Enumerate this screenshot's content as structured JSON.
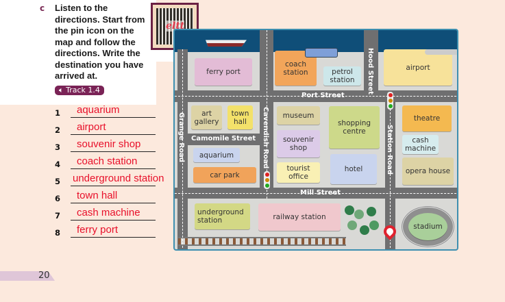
{
  "exercise": {
    "letter": "c",
    "instructions": "Listen to the directions. Start from the pin icon on the map and follow the directions. Write the destination you have arrived at.",
    "track_label": "Track 1.4",
    "track_icon": "speaker-icon",
    "qr_logo": "eltt"
  },
  "answers": [
    {
      "number": "1",
      "text": "aquarium"
    },
    {
      "number": "2",
      "text": "airport"
    },
    {
      "number": "3",
      "text": "souvenir shop"
    },
    {
      "number": "4",
      "text": "coach station"
    },
    {
      "number": "5",
      "text": "underground station"
    },
    {
      "number": "6",
      "text": "town hall"
    },
    {
      "number": "7",
      "text": "cash machine"
    },
    {
      "number": "8",
      "text": "ferry port"
    }
  ],
  "answer_color": "#e8102a",
  "page_number": "20",
  "map": {
    "streets": {
      "port": "Port Street",
      "mill": "Mill Street",
      "camomile": "Camomile Street",
      "grange": "Grange Road",
      "cavendish": "Cavendish Road",
      "hood": "Hood Street",
      "station": "Station Road"
    },
    "places": {
      "ferry_port": "ferry port",
      "coach_station": "coach station",
      "petrol_station": "petrol station",
      "airport": "airport",
      "art_gallery": "art gallery",
      "town_hall": "town hall",
      "aquarium": "aquarium",
      "car_park": "car park",
      "museum": "museum",
      "souvenir_shop": "souvenir shop",
      "tourist_office": "tourist office",
      "shopping_centre": "shopping centre",
      "hotel": "hotel",
      "theatre": "theatre",
      "cash_machine": "cash machine",
      "opera_house": "opera house",
      "underground_station": "underground station",
      "railway_station": "railway station",
      "stadium": "stadium"
    }
  }
}
